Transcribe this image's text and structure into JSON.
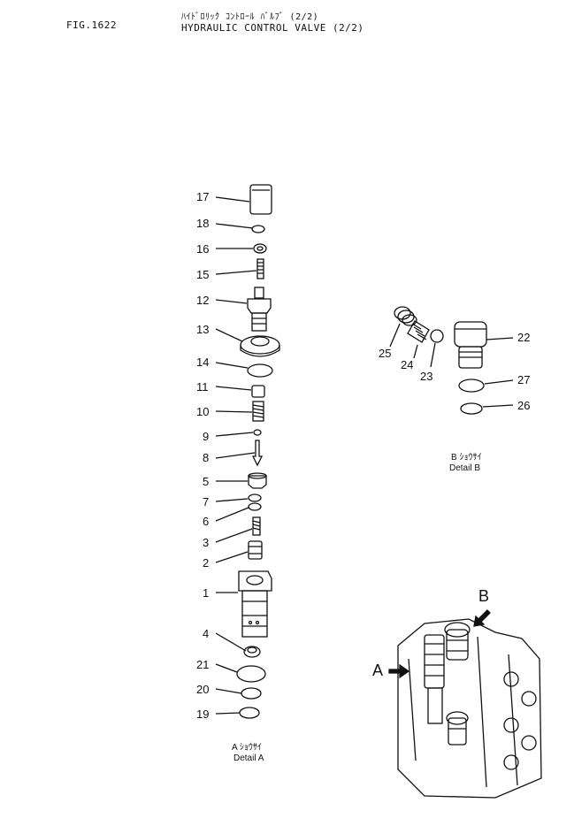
{
  "header": {
    "fig_number": "FIG.1622",
    "title_jp": "ﾊｲﾄﾞﾛﾘｯｸ ｺﾝﾄﾛｰﾙ ﾊﾞﾙﾌﾞ (2/2)",
    "title_en": "HYDRAULIC CONTROL VALVE (2/2)"
  },
  "detail_a": {
    "caption_jp": "A ｼｮｳｻｲ",
    "caption_en": "Detail A",
    "parts": [
      "17",
      "18",
      "16",
      "15",
      "12",
      "13",
      "14",
      "11",
      "10",
      "9",
      "8",
      "5",
      "7",
      "6",
      "3",
      "2",
      "1",
      "4",
      "21",
      "20",
      "19"
    ]
  },
  "detail_b": {
    "caption_jp": "B ｼｮｳｻｲ",
    "caption_en": "Detail B",
    "parts": [
      "25",
      "24",
      "23",
      "22",
      "27",
      "26"
    ]
  },
  "assembly_markers": {
    "a": "A",
    "b": "B"
  }
}
